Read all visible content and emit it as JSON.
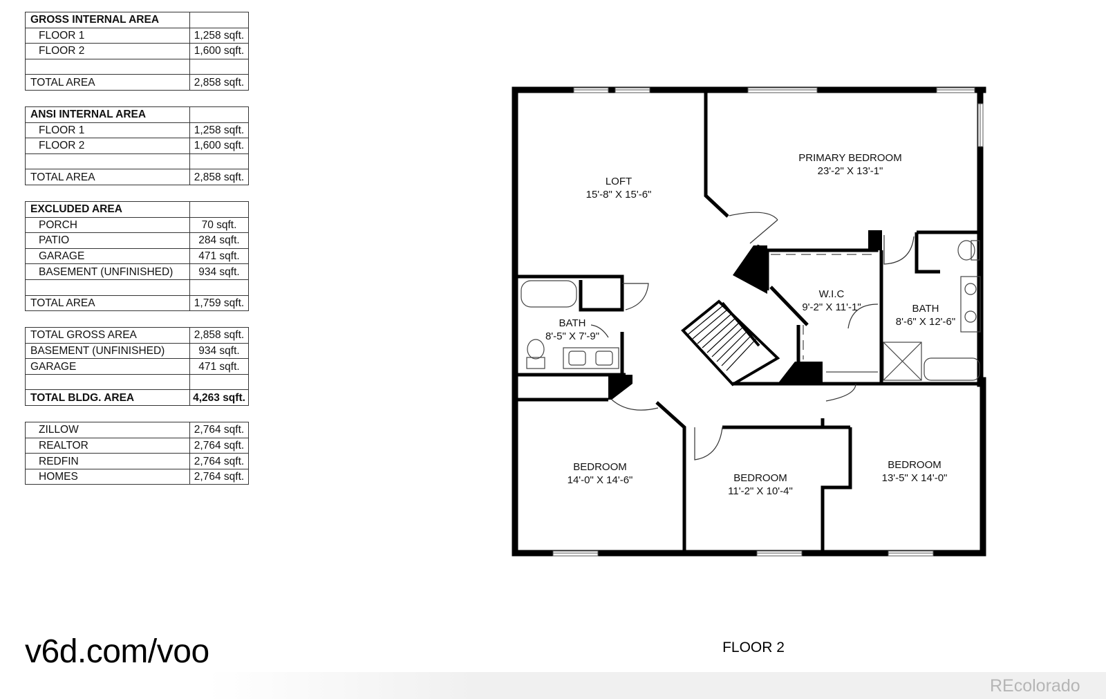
{
  "tables": [
    {
      "rows": [
        {
          "label": "GROSS INTERNAL AREA",
          "value": "",
          "header": true
        },
        {
          "label": "FLOOR 1",
          "value": "1,258 sqft.",
          "indent": true
        },
        {
          "label": "FLOOR 2",
          "value": "1,600 sqft.",
          "indent": true
        },
        {
          "label": "",
          "value": ""
        },
        {
          "label": "TOTAL AREA",
          "value": "2,858 sqft."
        }
      ]
    },
    {
      "rows": [
        {
          "label": "ANSI INTERNAL AREA",
          "value": "",
          "header": true
        },
        {
          "label": "FLOOR 1",
          "value": "1,258 sqft.",
          "indent": true
        },
        {
          "label": "FLOOR 2",
          "value": "1,600 sqft.",
          "indent": true
        },
        {
          "label": "",
          "value": ""
        },
        {
          "label": "TOTAL AREA",
          "value": "2,858 sqft."
        }
      ]
    },
    {
      "rows": [
        {
          "label": "EXCLUDED AREA",
          "value": "",
          "header": true
        },
        {
          "label": "PORCH",
          "value": "70 sqft.",
          "indent": true
        },
        {
          "label": "PATIO",
          "value": "284 sqft.",
          "indent": true
        },
        {
          "label": "GARAGE",
          "value": "471 sqft.",
          "indent": true
        },
        {
          "label": "BASEMENT (UNFINISHED)",
          "value": "934 sqft.",
          "indent": true
        },
        {
          "label": "",
          "value": ""
        },
        {
          "label": "TOTAL AREA",
          "value": "1,759 sqft."
        }
      ]
    },
    {
      "rows": [
        {
          "label": "TOTAL GROSS AREA",
          "value": "2,858 sqft."
        },
        {
          "label": "BASEMENT (UNFINISHED)",
          "value": "934 sqft."
        },
        {
          "label": "GARAGE",
          "value": "471 sqft."
        },
        {
          "label": "",
          "value": ""
        },
        {
          "label": "TOTAL BLDG. AREA",
          "value": "4,263 sqft.",
          "bold": true
        }
      ]
    },
    {
      "rows": [
        {
          "label": "ZILLOW",
          "value": "2,764 sqft.",
          "indent": true
        },
        {
          "label": "REALTOR",
          "value": "2,764 sqft.",
          "indent": true
        },
        {
          "label": "REDFIN",
          "value": "2,764 sqft.",
          "indent": true
        },
        {
          "label": "HOMES",
          "value": "2,764 sqft.",
          "indent": true
        }
      ]
    }
  ],
  "rooms": {
    "loft": {
      "name": "LOFT",
      "dims": "15'-8\" X 15'-6\""
    },
    "primary": {
      "name": "PRIMARY BEDROOM",
      "dims": "23'-2\" X 13'-1\""
    },
    "wic": {
      "name": "W.I.C",
      "dims": "9'-2\" X 11'-1\""
    },
    "bath_right": {
      "name": "BATH",
      "dims": "8'-6\" X 12'-6\""
    },
    "bath_left": {
      "name": "BATH",
      "dims": "8'-5\" X 7'-9\""
    },
    "bed_left": {
      "name": "BEDROOM",
      "dims": "14'-0\" X 14'-6\""
    },
    "bed_mid": {
      "name": "BEDROOM",
      "dims": "11'-2\" X 10'-4\""
    },
    "bed_right": {
      "name": "BEDROOM",
      "dims": "13'-5\" X 14'-0\""
    }
  },
  "footer": {
    "watermark": "v6d.com/voo",
    "floor_label": "FLOOR 2",
    "brand": "REcolorado"
  }
}
